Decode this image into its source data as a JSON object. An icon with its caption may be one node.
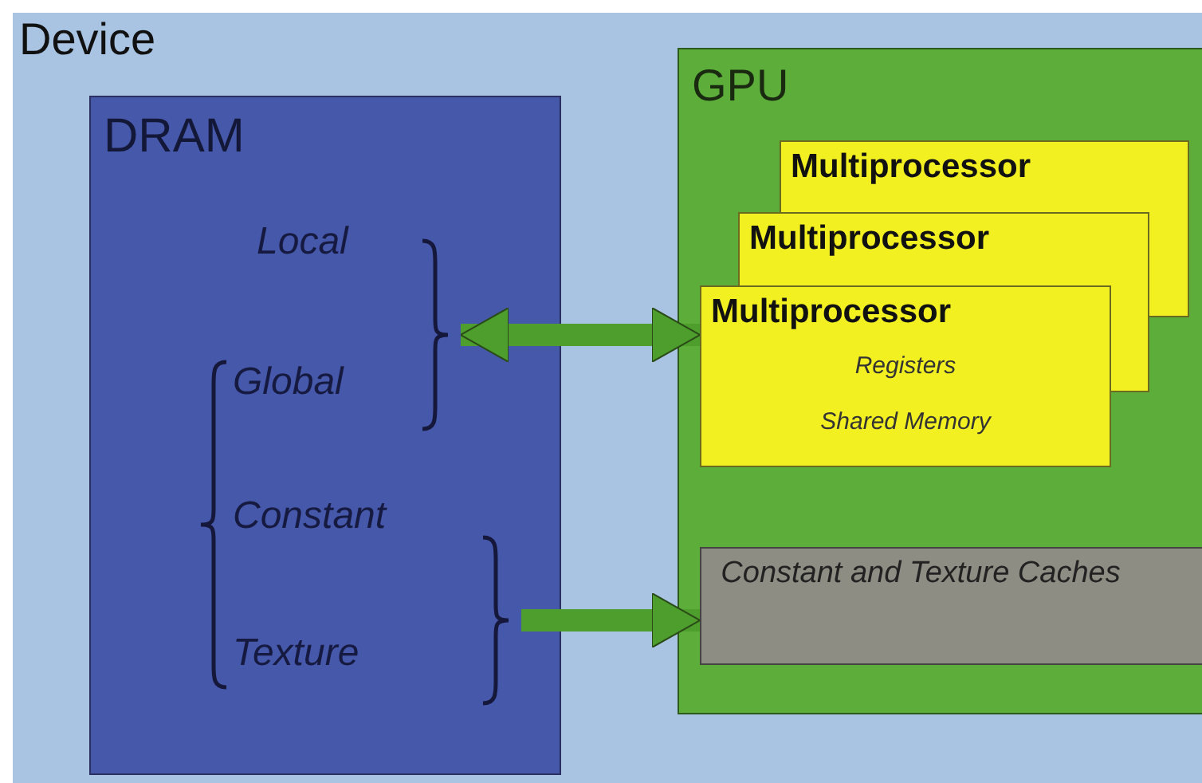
{
  "diagram": {
    "nodes": [
      {
        "text": [
          "Device"
        ]
      },
      {
        "text": [
          "DRAM"
        ],
        "in": 0
      },
      {
        "text": [
          "Local"
        ],
        "in": 1
      },
      {
        "text": [
          "Global"
        ],
        "in": 1
      },
      {
        "text": [
          "Constant"
        ],
        "in": 1
      },
      {
        "text": [
          "Texture"
        ],
        "in": 1
      },
      {
        "text": [],
        "shape": "brace",
        "in": 1
      },
      {
        "text": [],
        "shape": "brace",
        "in": 1
      },
      {
        "text": [
          "GPU"
        ],
        "in": 0
      },
      {
        "text": [
          "Multiprocessor"
        ],
        "in": 8
      },
      {
        "text": [
          "Multiprocessor"
        ],
        "in": 8
      },
      {
        "text": [
          "Multiprocessor",
          "Registers",
          "Shared Memory"
        ],
        "in": 8
      },
      {
        "text": [
          "Constant and Texture Caches"
        ],
        "in": 8
      }
    ],
    "edges": [
      {
        "from": 6,
        "to": 11,
        "arrow": "both"
      },
      {
        "from": 7,
        "to": 12,
        "arrow": "to"
      }
    ]
  }
}
